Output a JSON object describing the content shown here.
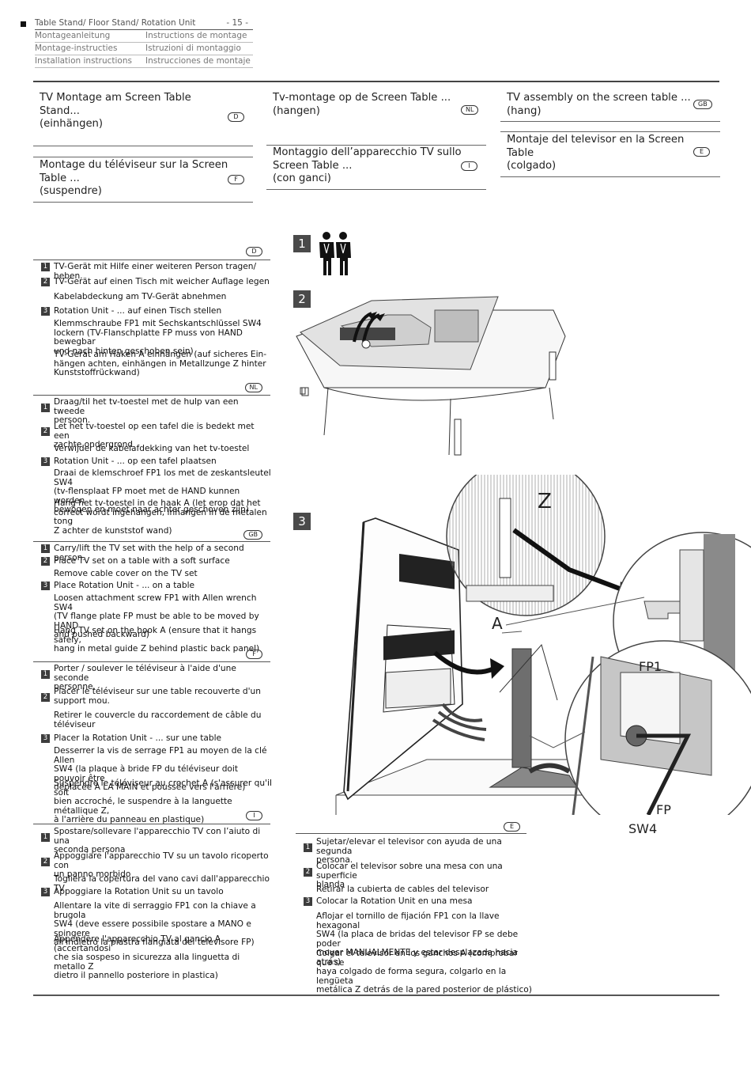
{
  "header": {
    "title": "Table Stand/ Floor Stand/ Rotation Unit",
    "page": "- 15 -",
    "rows": [
      [
        "Montageanleitung",
        "Instructions de montage"
      ],
      [
        "Montage-instructies",
        "Istruzioni di montaggio"
      ],
      [
        "Installation instructions",
        "Instrucciones de montaje"
      ]
    ]
  },
  "titles": {
    "de": {
      "l1": "TV Montage am Screen Table",
      "l2": "Stand...",
      "l3": "(einhängen)",
      "badge": "D"
    },
    "nl": {
      "l1": "Tv-montage op de Screen Table ...",
      "l2": "(hangen)",
      "badge": "NL"
    },
    "gb": {
      "l1": "TV assembly on the screen table ...",
      "l2": "(hang)",
      "badge": "GB"
    },
    "fr": {
      "l1": "Montage du téléviseur sur la Screen",
      "l2": "Table ...",
      "l3": "(suspendre)",
      "badge": "F"
    },
    "it": {
      "l1": "Montaggio dell’apparecchio TV sullo",
      "l2": "Screen Table ...",
      "l3": "(con ganci)",
      "badge": "I"
    },
    "es": {
      "l1": "Montaje del televisor en la Screen",
      "l2": "Table",
      "l3": "(colgado)",
      "badge": "E"
    }
  },
  "sections": {
    "de": {
      "badge": "D",
      "s1": "TV-Gerät mit Hilfe einer weiteren Person tragen/ heben.",
      "s2": "TV-Gerät auf einen Tisch mit weicher Auflage legen",
      "s2b": "Kabelabdeckung am TV-Gerät abnehmen",
      "s3": "Rotation Unit - ... auf einen Tisch stellen",
      "s3b": [
        "Klemmschraube FP1  mit Sechskantschlüssel SW4",
        "lockern (TV-Flanschplatte FP muss von HAND bewegbar",
        "und nach hinten geschoben sein)"
      ],
      "s3c": [
        "TV-Gerät am Haken A einhängen (auf sicheres Ein-",
        "hängen achten, einhängen in Metallzunge Z hinter",
        "Kunststoffrückwand)"
      ]
    },
    "nl": {
      "badge": "NL",
      "s1": [
        "Draag/til het tv-toestel met de hulp van een tweede",
        "persoon."
      ],
      "s2": [
        "Let het tv-toestel op een tafel die is bedekt met een",
        "zachte ondergrond"
      ],
      "s2b": "Verwijder de kabelafdekking van het tv-toestel",
      "s3": "Rotation Unit - ... op een tafel plaatsen",
      "s3b": [
        "Draai de klemschroef FP1 los met de zeskantsleutel SW4",
        "(tv-flensplaat FP moet met de HAND kunnen worden",
        "bewogen en moet naar achter geschoven zijn)"
      ],
      "s3c": [
        "Hang het tv-toestel in de haak A (let erop dat het",
        "correct wordt ingehangen, inhangen in de metalen tong",
        "Z achter de kunststof wand)"
      ]
    },
    "gb": {
      "badge": "GB",
      "s1": "Carry/lift the TV set with the help of a second person.",
      "s2": "Place TV set on a table with a soft surface",
      "s2b": "Remove cable cover on the TV set",
      "s3": "Place Rotation Unit - ... on a table",
      "s3b": [
        "Loosen attachment screw FP1 with Allen wrench SW4",
        "(TV flange plate FP must be able to be moved by HAND",
        "and pushed backward)"
      ],
      "s3c": [
        "Hang TV set on the hook A (ensure that it hangs safely,",
        "hang in metal guide Z behind plastic back panel)"
      ]
    },
    "fr": {
      "badge": "F",
      "s1": [
        "Porter / soulever le téléviseur à l'aide d'une seconde",
        "personne."
      ],
      "s2": [
        "Placer le téléviseur sur une table recouverte d'un",
        "support mou."
      ],
      "s2b": [
        "Retirer le couvercle du raccordement de câble du",
        "téléviseur"
      ],
      "s3": "Placer la Rotation Unit - ... sur une table",
      "s3b": [
        "Desserrer la vis de serrage FP1 au moyen de la clé Allen",
        "SW4 (la plaque à bride FP du téléviseur doit pouvoir être",
        "déplacée À LA MAIN et poussée vers l'arrière)"
      ],
      "s3c": [
        "Suspendre le téléviseur au crochet A (s'assurer qu'il soit",
        "bien accroché, le suspendre à la languette métallique Z,",
        "à l'arrière du panneau en plastique)"
      ]
    },
    "it": {
      "badge": "I",
      "s1": [
        "Spostare/sollevare l'apparecchio TV con l’aiuto di una",
        "seconda persona"
      ],
      "s2": [
        "Appoggiare l'apparecchio TV su un tavolo ricoperto con",
        "un panno morbido"
      ],
      "s2b": "Togliera la copertura del vano cavi dall'apparecchio TV",
      "s3": "Appoggiare la Rotation Unit su un tavolo",
      "s3b": [
        "Allentare la vite di serraggio FP1 con la chiave a brugola",
        "SW4 (deve essere possibile spostare a MANO e spingere",
        "all'indietro la piastra flangiata del televisore FP)"
      ],
      "s3c": [
        "Appendere l'apparecchio TV al gancio A (accertandosi",
        "che sia sospeso in sicurezza alla linguetta di metallo Z",
        "dietro il pannello posteriore in plastica)"
      ]
    },
    "es": {
      "badge": "E",
      "s1": [
        "Sujetar/elevar el televisor con ayuda de una segunda",
        "persona."
      ],
      "s2": [
        "Colocar el televisor sobre una mesa con una superficie",
        "blanda"
      ],
      "s2b": "Retirar la cubierta de cables del televisor",
      "s3": "Colocar la Rotation Unit en una mesa",
      "s3b": [
        "Aflojar el tornillo de fijación FP1 con la llave hexagonal",
        "SW4 (la placa de bridas del televisor FP se debe poder",
        "mover MANUALMENTE y estar desplazada hacia atrás)"
      ],
      "s3c": [
        "Colgar el televisor en los ganchos A (comprobar que se",
        "haya colgado de forma segura, colgarlo en la lengüeta",
        "metálica Z detrás de la pared posterior de plástico)"
      ]
    }
  },
  "steps": {
    "one": "1",
    "two": "2",
    "three": "3"
  },
  "labels": {
    "z": "Z",
    "a": "A",
    "fp1": "FP1",
    "fp": "FP",
    "sw4": "SW4"
  }
}
